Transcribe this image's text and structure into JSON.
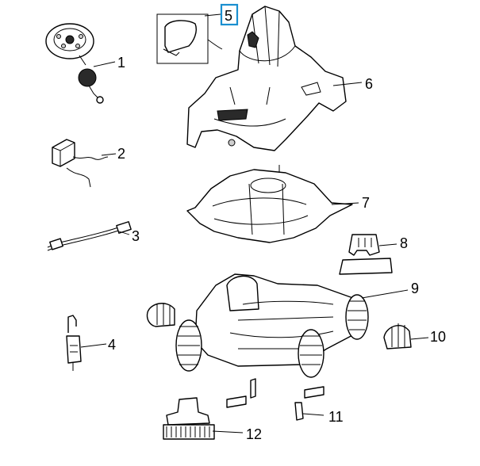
{
  "callouts": [
    {
      "id": "1",
      "label": "1"
    },
    {
      "id": "2",
      "label": "2"
    },
    {
      "id": "3",
      "label": "3"
    },
    {
      "id": "4",
      "label": "4"
    },
    {
      "id": "5",
      "label": "5"
    },
    {
      "id": "6",
      "label": "6"
    },
    {
      "id": "7",
      "label": "7"
    },
    {
      "id": "8",
      "label": "8"
    },
    {
      "id": "9",
      "label": "9"
    },
    {
      "id": "10",
      "label": "10"
    },
    {
      "id": "11",
      "label": "11"
    },
    {
      "id": "12",
      "label": "12"
    }
  ],
  "highlight": {
    "callout": "5",
    "color": "#1a8fd0"
  }
}
